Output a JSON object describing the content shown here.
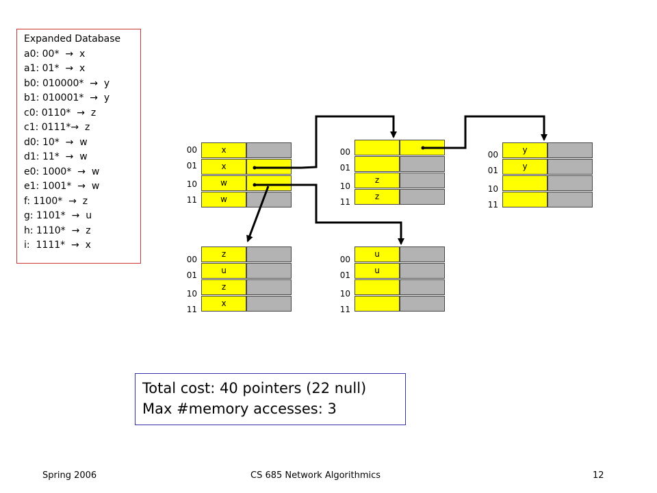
{
  "database": {
    "title": "Expanded Database",
    "entries": [
      "a0: 00*  →  x",
      "a1: 01*  →  x",
      "b0: 010000*  →  y",
      "b1: 010001*  →  y",
      "c0: 0110*  →  z",
      "c1: 0111*→  z",
      "d0: 10*  →  w",
      "d1: 11*  →  w",
      "e0: 1000*  →  w",
      "e1: 1001*  →  w",
      "f: 1100*  →  z",
      "g: 1101*  →  u",
      "h: 1110*  →  z",
      "i:  1111*  →  x"
    ]
  },
  "row_labels": [
    "00",
    "01",
    "10",
    "11"
  ],
  "nodes": {
    "root": {
      "cells": [
        [
          "x",
          "gray"
        ],
        [
          "x",
          "yellow"
        ],
        [
          "w",
          "yellow"
        ],
        [
          "w",
          "gray"
        ]
      ]
    },
    "mid": {
      "cells": [
        [
          "",
          "yellow"
        ],
        [
          "",
          "gray"
        ],
        [
          "z",
          "gray"
        ],
        [
          "z",
          "gray"
        ]
      ]
    },
    "right": {
      "cells": [
        [
          "y",
          "gray"
        ],
        [
          "y",
          "gray"
        ],
        [
          "",
          "gray"
        ],
        [
          "",
          "gray"
        ]
      ]
    },
    "bleft": {
      "cells": [
        [
          "z",
          "gray"
        ],
        [
          "u",
          "gray"
        ],
        [
          "z",
          "gray"
        ],
        [
          "x",
          "gray"
        ]
      ]
    },
    "bmid": {
      "cells": [
        [
          "u",
          "gray"
        ],
        [
          "u",
          "gray"
        ],
        [
          "",
          "gray"
        ],
        [
          "",
          "gray"
        ]
      ]
    }
  },
  "colors": {
    "yellow": "#ffff00",
    "gray": "#b3b3b3",
    "db_border": "#cc3333",
    "summary_border": "#3333aa"
  },
  "summary": {
    "line1": "Total cost: 40 pointers (22 null)",
    "line2": "Max #memory accesses: 3"
  },
  "footer": {
    "left": "Spring 2006",
    "center": "CS 685 Network Algorithmics",
    "right": "12"
  }
}
